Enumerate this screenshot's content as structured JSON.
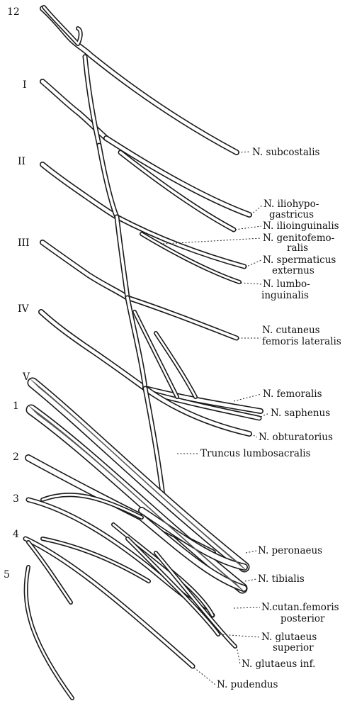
{
  "segments": [
    "12",
    "I",
    "II",
    "III",
    "IV",
    "V",
    "1",
    "2",
    "3",
    "4",
    "5"
  ],
  "labels": {
    "subcostalis": [
      "N. subcostalis"
    ],
    "iliohypogastricus": [
      "N. iliohypo-",
      "gastricus"
    ],
    "ilioinguinalis": [
      "N. ilioinguinalis"
    ],
    "genitofemoralis": [
      "N. genitofemo-",
      "ralis"
    ],
    "spermaticus": [
      "N. spermaticus",
      "externus"
    ],
    "lumboinguinalis": [
      "N. lumbo-",
      "inguinalis"
    ],
    "cutaneus_lat": [
      "N. cutaneus",
      "femoris lateralis"
    ],
    "femoralis": [
      "N. femoralis"
    ],
    "saphenus": [
      "N. saphenus"
    ],
    "obturatorius": [
      "N. obturatorius"
    ],
    "truncus": [
      "Truncus lumbosacralis"
    ],
    "peronaeus": [
      "N. peronaeus"
    ],
    "tibialis": [
      "N. tibialis"
    ],
    "cutan_post": [
      "N.cutan.femoris",
      "posterior"
    ],
    "glut_sup": [
      "N. glutaeus",
      "superior"
    ],
    "glut_inf": [
      "N. glutaeus  inf."
    ],
    "pudendus": [
      "N. pudendus"
    ]
  }
}
